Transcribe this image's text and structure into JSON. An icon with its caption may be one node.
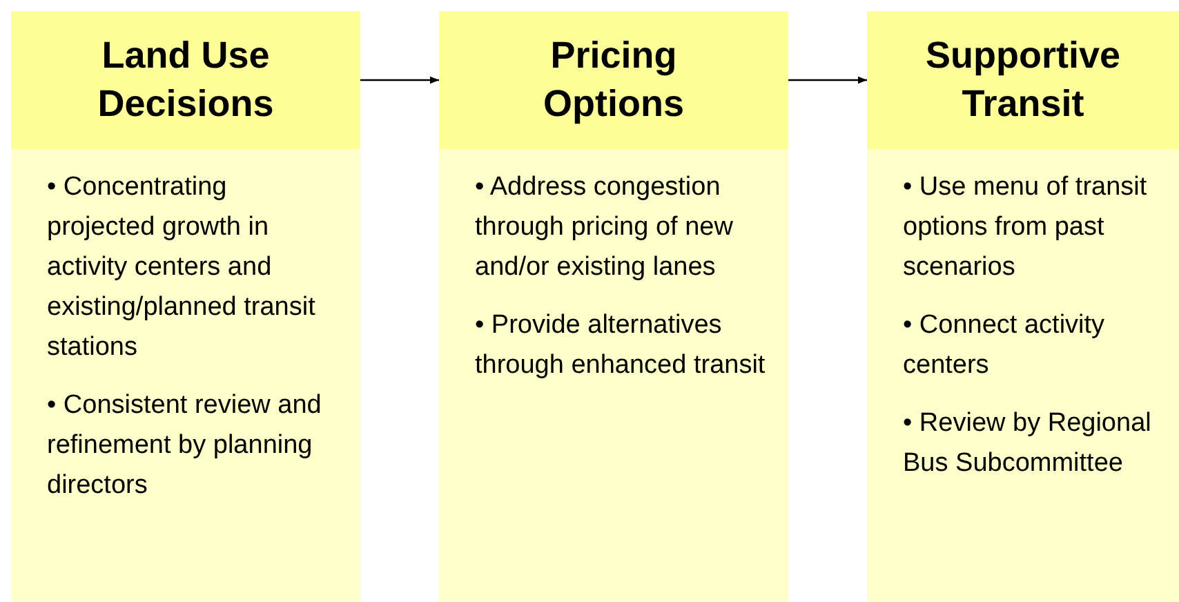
{
  "diagram": {
    "nodes": [
      {
        "text": [
          "Land Use Decisions"
        ]
      },
      {
        "text": [
          "• Concentrating projected growth in activity centers and existing/planned transit stations",
          "• Consistent review and refinement by planning directors"
        ]
      },
      {
        "text": [
          "Pricing Options"
        ]
      },
      {
        "text": [
          "• Address congestion through pricing of new and/or existing lanes",
          "• Provide alternatives through enhanced transit"
        ]
      },
      {
        "text": [
          "Supportive Transit"
        ]
      },
      {
        "text": [
          "• Use menu of transit options from past scenarios",
          "• Connect activity centers",
          "• Review by Regional Bus Subcommittee"
        ]
      }
    ],
    "edges": [
      {
        "from": 0,
        "to": 2,
        "arrow": "to"
      },
      {
        "from": 2,
        "to": 4,
        "arrow": "to"
      }
    ]
  }
}
